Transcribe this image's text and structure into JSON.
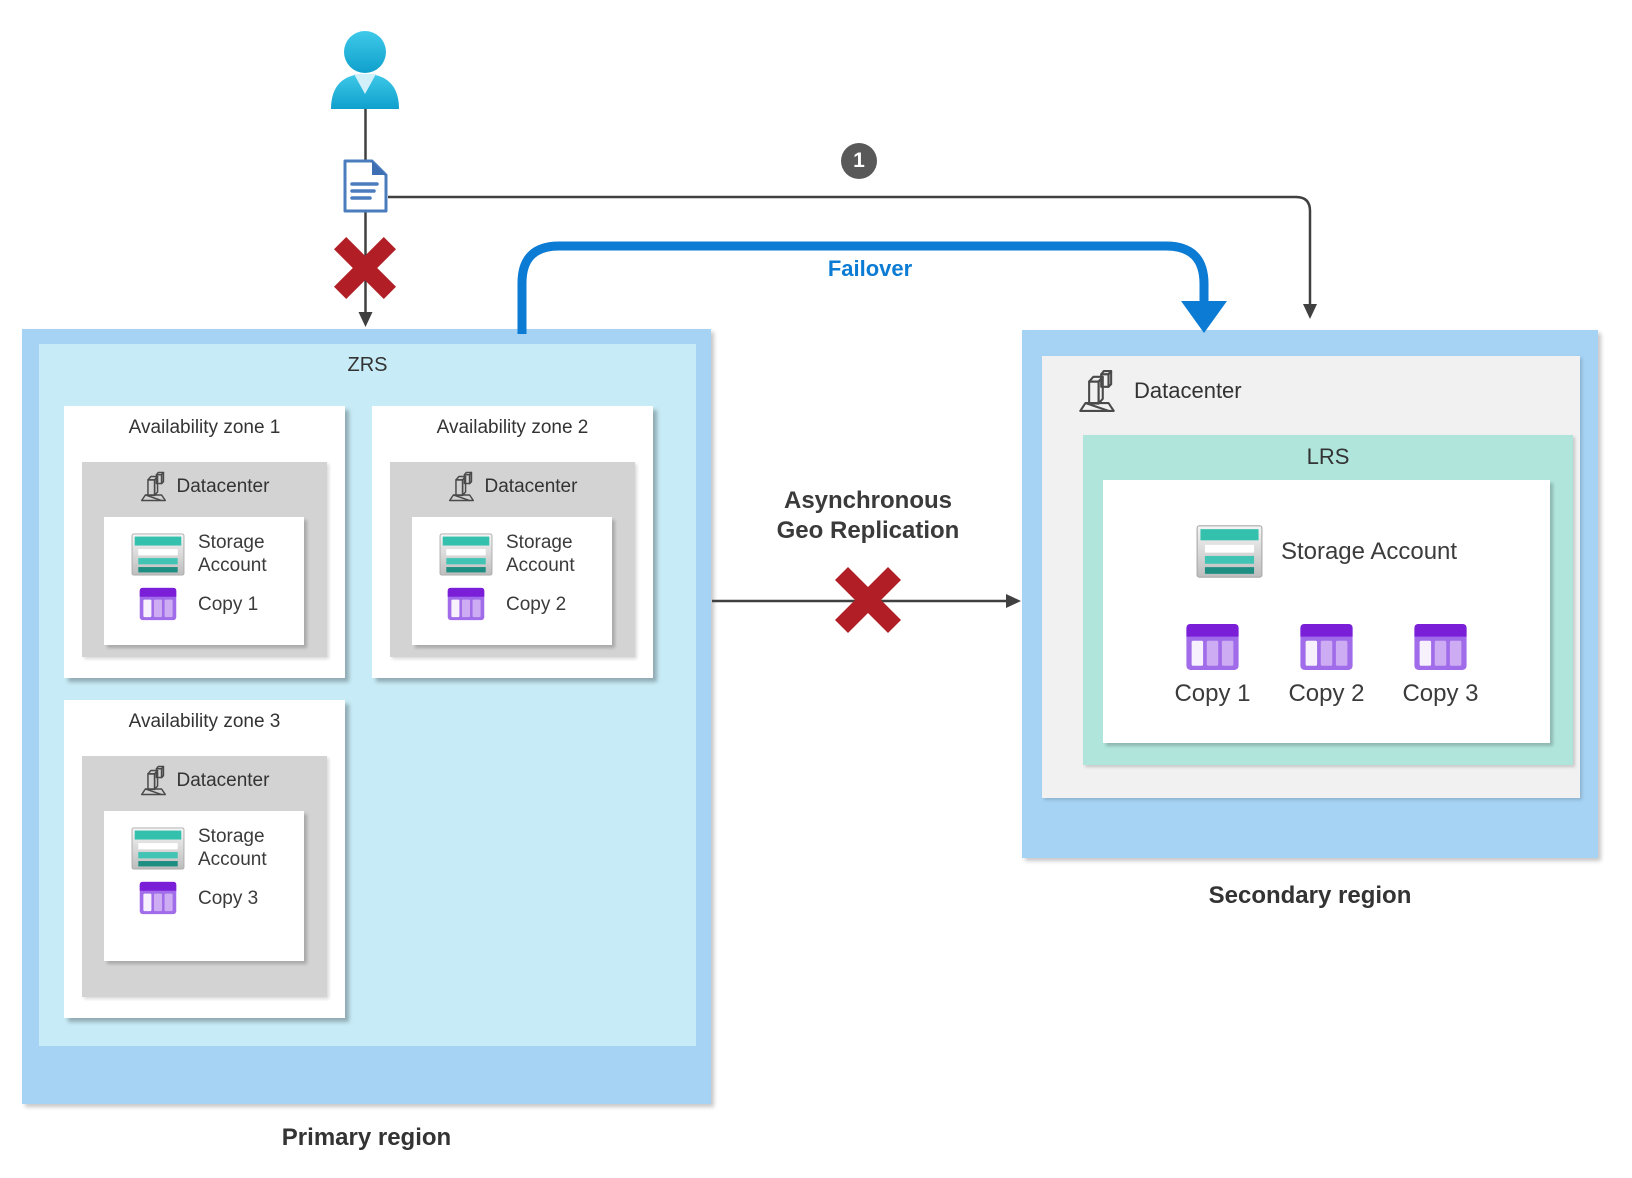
{
  "annotations": {
    "step_badge": "1",
    "failover": "Failover",
    "async_line1": "Asynchronous",
    "async_line2": "Geo Replication"
  },
  "primary": {
    "region_label": "Primary region",
    "replication_label": "ZRS",
    "zones": [
      {
        "title": "Availability zone 1",
        "datacenter": "Datacenter",
        "storage": "Storage Account",
        "copy": "Copy 1"
      },
      {
        "title": "Availability zone 2",
        "datacenter": "Datacenter",
        "storage": "Storage Account",
        "copy": "Copy 2"
      },
      {
        "title": "Availability zone 3",
        "datacenter": "Datacenter",
        "storage": "Storage Account",
        "copy": "Copy 3"
      }
    ]
  },
  "secondary": {
    "region_label": "Secondary region",
    "datacenter": "Datacenter",
    "replication_label": "LRS",
    "storage": "Storage Account",
    "copies": [
      {
        "label": "Copy 1"
      },
      {
        "label": "Copy 2"
      },
      {
        "label": "Copy 3"
      }
    ]
  },
  "colors": {
    "region_fill": "#a6d2f3",
    "zrs_fill": "#c8ecf7",
    "lrs_fill": "#b0e5dc",
    "zone_datacenter_gray": "#d3d3d3",
    "secondary_datacenter_gray": "#f1f1f1",
    "accent_blue": "#0b7bd4",
    "connector_dark": "#404040",
    "error_red": "#b11e26",
    "storage_teal": "#33c0ad",
    "copy_purple": "#7a1ed7",
    "person_cyan": "#1fb4dc",
    "badge_gray": "#595959"
  }
}
